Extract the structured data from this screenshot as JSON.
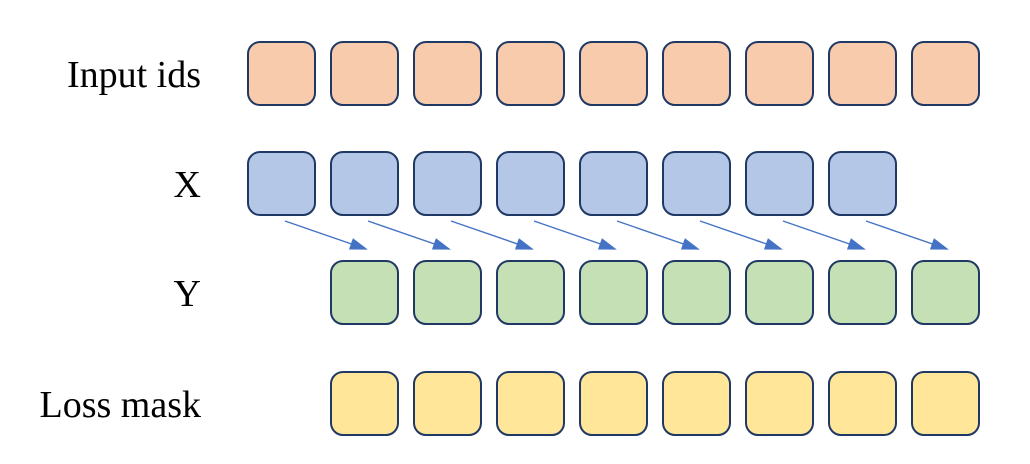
{
  "diagram": {
    "type": "token-shift-diagram",
    "background": "#ffffff",
    "square_border_color": "#1f3864",
    "arrow_color": "#4472c4",
    "label_color": "#000000",
    "rows": [
      {
        "id": "input-ids",
        "label": "Input ids",
        "fill": "#f8cbad",
        "count": 9,
        "start_col": 0
      },
      {
        "id": "x",
        "label": "X",
        "fill": "#b4c7e7",
        "count": 8,
        "start_col": 0
      },
      {
        "id": "y",
        "label": "Y",
        "fill": "#c5e0b4",
        "count": 8,
        "start_col": 1
      },
      {
        "id": "loss-mask",
        "label": "Loss mask",
        "fill": "#ffe699",
        "count": 8,
        "start_col": 1
      }
    ],
    "arrows": {
      "count": 8,
      "from_row": "x",
      "to_row": "y",
      "direction": "down-right"
    }
  }
}
